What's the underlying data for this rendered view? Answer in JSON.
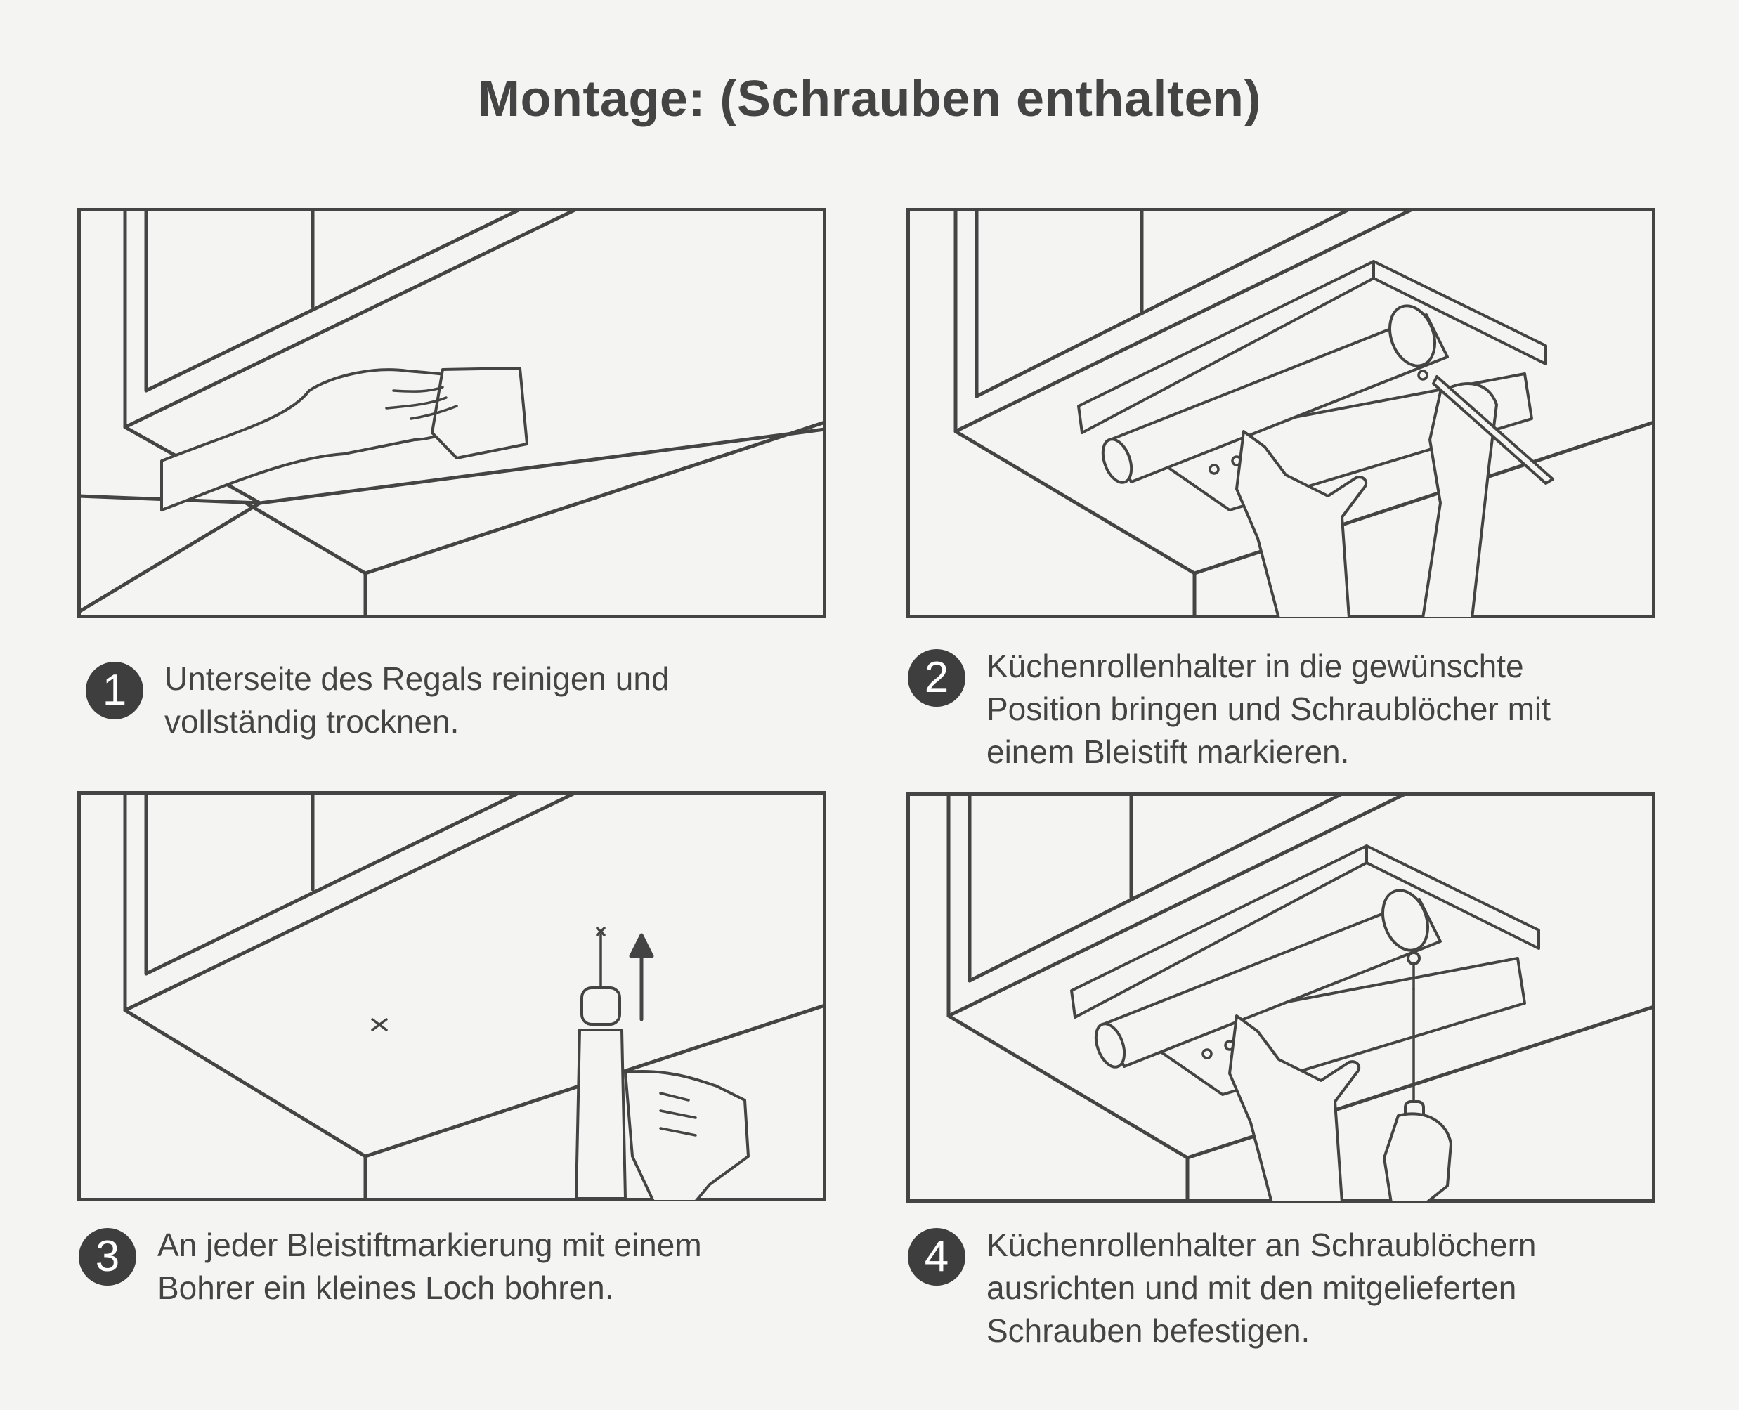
{
  "title": "Montage: (Schrauben enthalten)",
  "steps": [
    {
      "number": "1",
      "text": "Unterseite des Regals reinigen und\nvollständig trocknen."
    },
    {
      "number": "2",
      "text": "Küchenrollenhalter in die gewünschte\nPosition bringen und Schraublöcher mit\neinem Bleistift markieren."
    },
    {
      "number": "3",
      "text": "An jeder Bleistiftmarkierung mit einem\nBohrer ein kleines Loch bohren."
    },
    {
      "number": "4",
      "text": "Küchenrollenhalter an Schraublöchern\nausrichten und mit den mitgelieferten\nSchrauben befestigen."
    }
  ],
  "illustrations": {
    "panel1": "cloth-wiping-icon",
    "panel2": "pencil-marking-icon",
    "panel3": "drill-icon",
    "panel4": "screwdriver-icon"
  },
  "colors": {
    "line": "#444444",
    "background": "#f4f4f3",
    "badge": "#3e3e3e"
  }
}
